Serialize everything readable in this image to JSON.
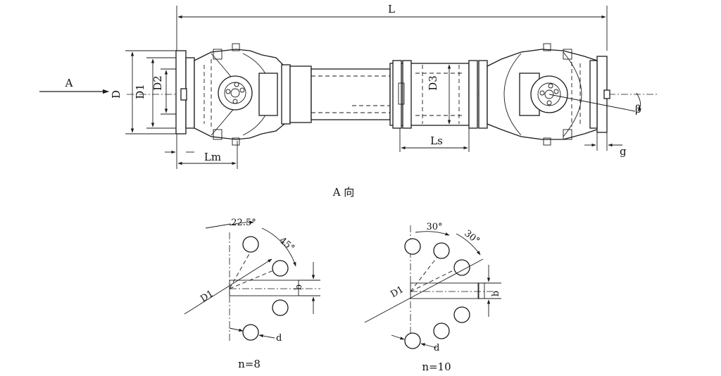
{
  "main_view": {
    "overall_length": "L",
    "direction_arrow": "A",
    "flange_dia": "D",
    "bolt_circle": "D1",
    "spigot_dia": "D2",
    "tube_dia": "D3",
    "flange_length": "Lm",
    "telescopic_length": "Ls",
    "flange_gap": "g",
    "angle": "β"
  },
  "view_caption": "A 向",
  "diagram_n8": {
    "angle_a": "22.5°",
    "angle_b": "45°",
    "bolt_circle": "D1",
    "key_width": "b",
    "hole_dia": "d",
    "caption": "n=8"
  },
  "diagram_n10": {
    "angle_a": "30°",
    "angle_b": "30°",
    "bolt_circle": "D1",
    "key_width": "b",
    "hole_dia": "d",
    "caption": "n=10"
  }
}
